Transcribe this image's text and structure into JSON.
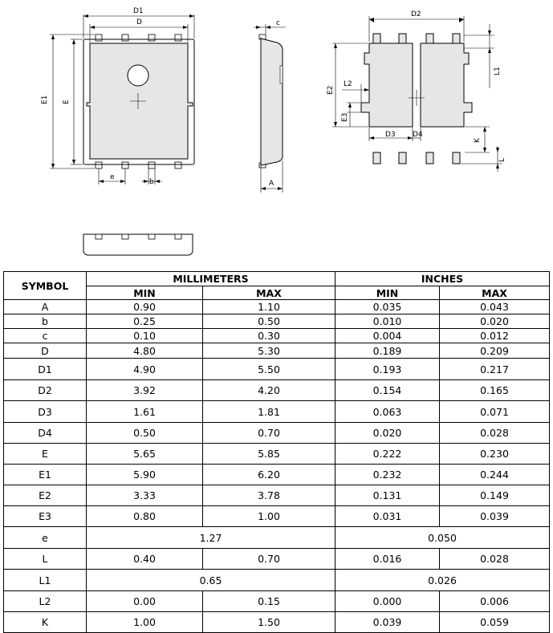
{
  "drawing": {
    "top_view": {
      "label_D1": "D1",
      "label_D": "D",
      "label_E1": "E1",
      "label_E": "E",
      "label_e": "e",
      "label_b": "b"
    },
    "side_view": {
      "label_c": "c",
      "label_A": "A"
    },
    "bottom_view": {
      "label_D2": "D2",
      "label_L1": "L1",
      "label_L2": "L2",
      "label_E2": "E2",
      "label_E3": "E3",
      "label_D3": "D3",
      "label_D4": "D4",
      "label_K": "K",
      "label_L": "L"
    }
  },
  "table": {
    "symbol_header": "SYMBOL",
    "group_headers": [
      "MILLIMETERS",
      "INCHES"
    ],
    "sub_headers": [
      "MIN",
      "MAX",
      "MIN",
      "MAX"
    ],
    "rows": [
      {
        "symbol": "A",
        "mm_min": "0.90",
        "mm_max": "1.10",
        "in_min": "0.035",
        "in_max": "0.043"
      },
      {
        "symbol": "b",
        "mm_min": "0.25",
        "mm_max": "0.50",
        "in_min": "0.010",
        "in_max": "0.020"
      },
      {
        "symbol": "c",
        "mm_min": "0.10",
        "mm_max": "0.30",
        "in_min": "0.004",
        "in_max": "0.012"
      },
      {
        "symbol": "D",
        "mm_min": "4.80",
        "mm_max": "5.30",
        "in_min": "0.189",
        "in_max": "0.209"
      },
      {
        "symbol": "D1",
        "mm_min": "4.90",
        "mm_max": "5.50",
        "in_min": "0.193",
        "in_max": "0.217"
      },
      {
        "symbol": "D2",
        "mm_min": "3.92",
        "mm_max": "4.20",
        "in_min": "0.154",
        "in_max": "0.165"
      },
      {
        "symbol": "D3",
        "mm_min": "1.61",
        "mm_max": "1.81",
        "in_min": "0.063",
        "in_max": "0.071"
      },
      {
        "symbol": "D4",
        "mm_min": "0.50",
        "mm_max": "0.70",
        "in_min": "0.020",
        "in_max": "0.028"
      },
      {
        "symbol": "E",
        "mm_min": "5.65",
        "mm_max": "5.85",
        "in_min": "0.222",
        "in_max": "0.230"
      },
      {
        "symbol": "E1",
        "mm_min": "5.90",
        "mm_max": "6.20",
        "in_min": "0.232",
        "in_max": "0.244"
      },
      {
        "symbol": "E2",
        "mm_min": "3.33",
        "mm_max": "3.78",
        "in_min": "0.131",
        "in_max": "0.149"
      },
      {
        "symbol": "E3",
        "mm_min": "0.80",
        "mm_max": "1.00",
        "in_min": "0.031",
        "in_max": "0.039"
      },
      {
        "symbol": "e",
        "mm_nom": "1.27",
        "in_nom": "0.050"
      },
      {
        "symbol": "L",
        "mm_min": "0.40",
        "mm_max": "0.70",
        "in_min": "0.016",
        "in_max": "0.028"
      },
      {
        "symbol": "L1",
        "mm_nom": "0.65",
        "in_nom": "0.026"
      },
      {
        "symbol": "L2",
        "mm_min": "0.00",
        "mm_max": "0.15",
        "in_min": "0.000",
        "in_max": "0.006"
      },
      {
        "symbol": "K",
        "mm_min": "1.00",
        "mm_max": "1.50",
        "in_min": "0.039",
        "in_max": "0.059"
      }
    ]
  }
}
